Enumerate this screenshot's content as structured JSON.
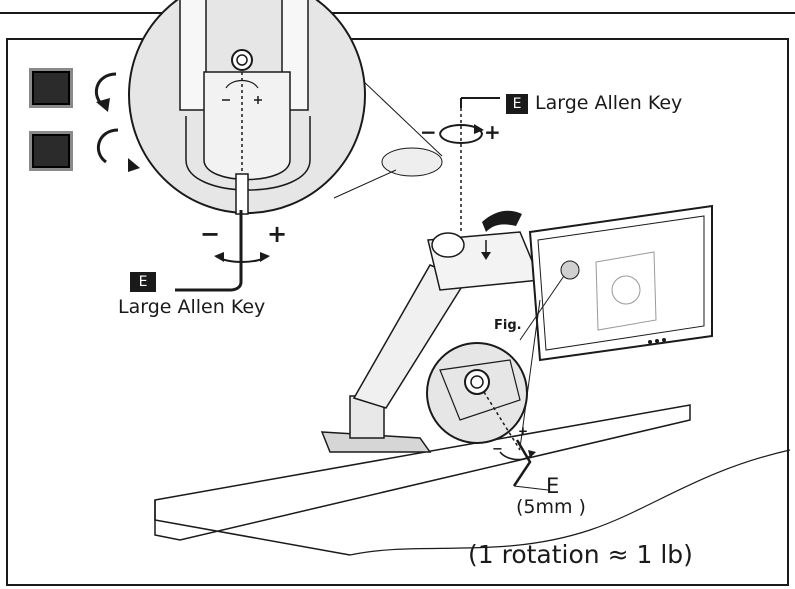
{
  "labels": {
    "e_letter": "E",
    "large_allen_key": "Large Allen Key",
    "fig": "Fig.",
    "five_mm": "(5mm )",
    "rotation_note": "(1 rotation ≈ 1 lb)",
    "minus": "−",
    "plus": "+"
  },
  "icons": {
    "decrease": "counterclockwise-arrow-icon",
    "increase": "clockwise-arrow-icon"
  },
  "colors": {
    "ink": "#1a1a1a",
    "badge_bg": "#1a1a1a",
    "square_fill": "#2b2b2b",
    "square_border": "#8a8a8a"
  }
}
